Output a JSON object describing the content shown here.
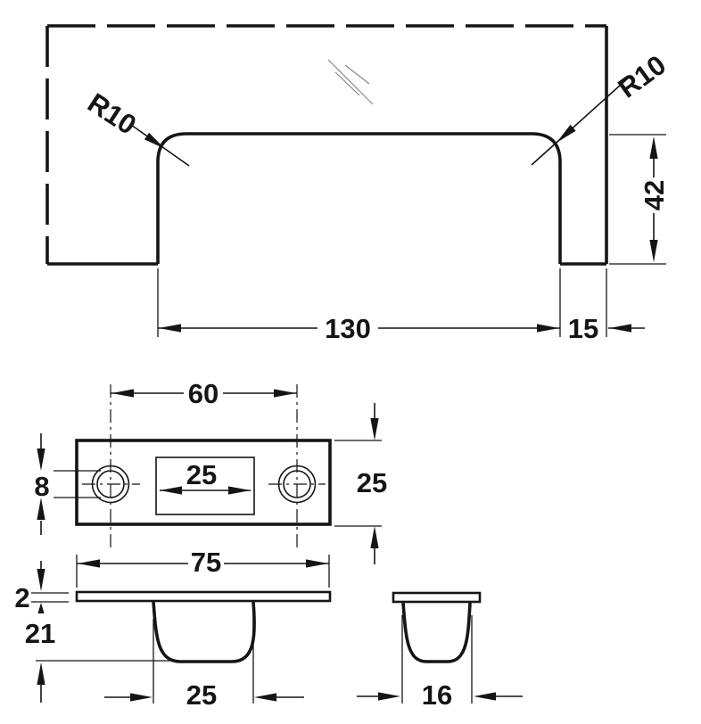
{
  "drawing": {
    "type": "technical-drawing-handle",
    "colors": {
      "line": "#151515",
      "hatch": "#8a8a8a",
      "background": "#ffffff"
    },
    "front_view": {
      "radius_left": "R10",
      "radius_right": "R10",
      "grip_width": "130",
      "edge_offset": "15",
      "grip_height": "42"
    },
    "plate_view": {
      "hole_spacing": "60",
      "slot_width": "25",
      "hole_diameter": "8",
      "plate_depth": "25"
    },
    "side_view": {
      "plate_length": "75",
      "plate_thickness": "2",
      "recess_depth": "21",
      "recess_width": "25"
    },
    "end_view": {
      "recess_width": "16"
    }
  }
}
